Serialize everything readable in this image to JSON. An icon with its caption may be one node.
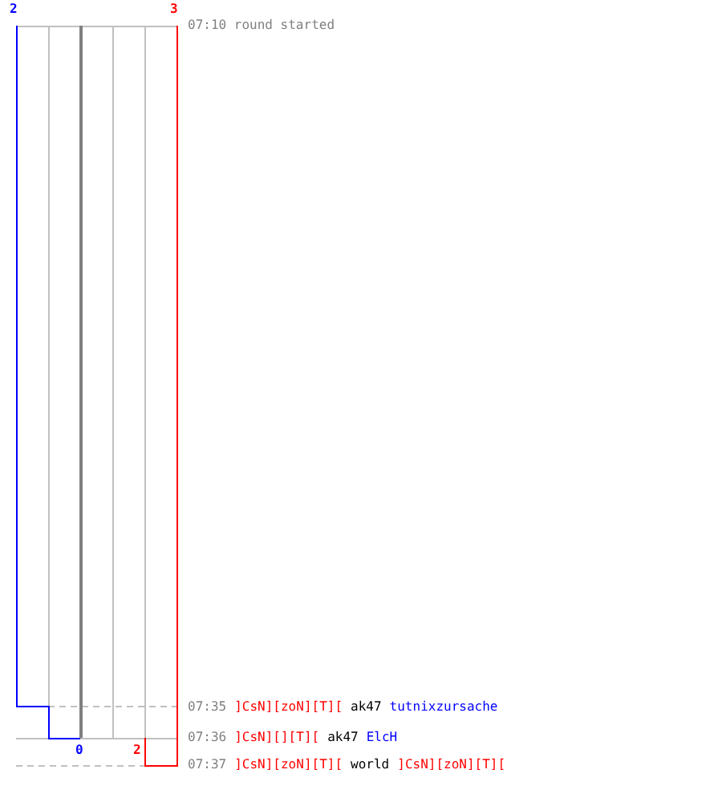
{
  "diagram": {
    "labels": [
      "2",
      "3",
      "07:10 round started",
      "07:35",
      "]CsN][zoN][T][",
      "ak47",
      "tutnixzursache",
      "0",
      "2",
      "07:36",
      "]CsN][][T][",
      "ak47",
      "ElcH",
      "07:37",
      "]CsN][zoN][T][",
      "world",
      "]CsN][zoN][T]["
    ]
  }
}
